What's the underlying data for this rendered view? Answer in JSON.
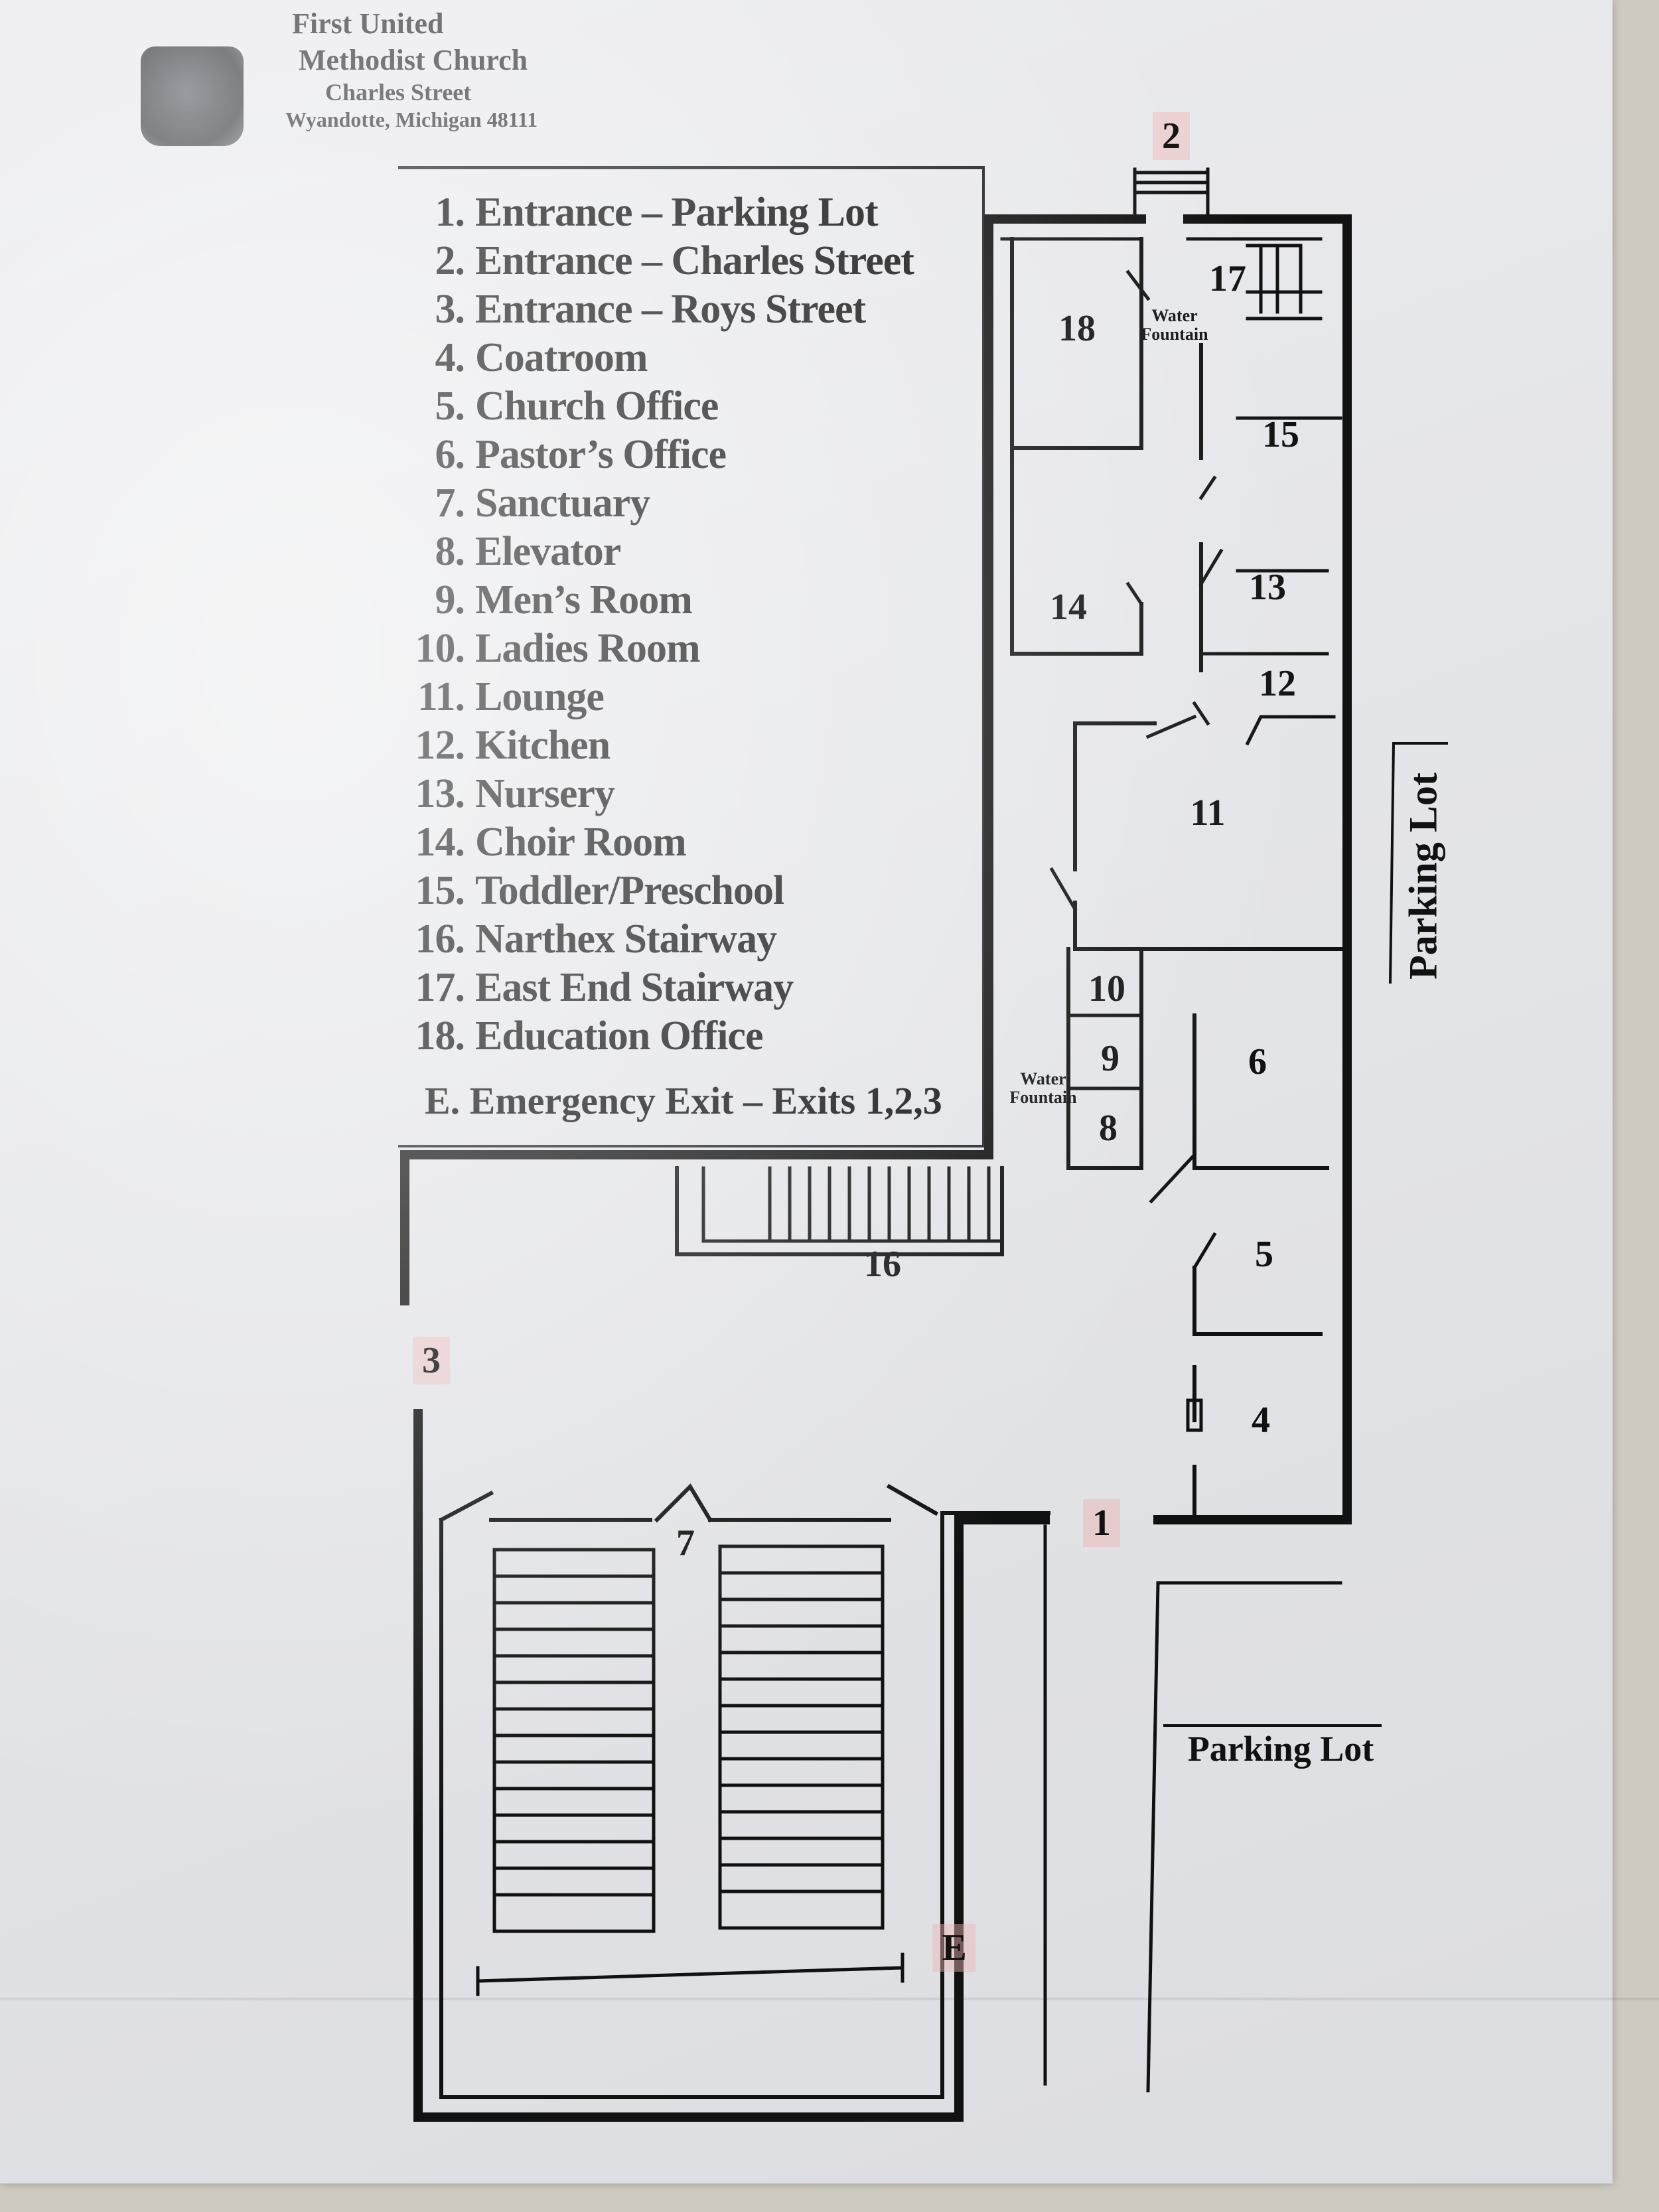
{
  "header": {
    "line1": "First United",
    "line2": "Methodist Church",
    "line3": "Charles Street",
    "line4": "Wyandotte, Michigan 48111"
  },
  "legend": {
    "items": [
      {
        "num": "1.",
        "label": "Entrance – Parking Lot"
      },
      {
        "num": "2.",
        "label": "Entrance – Charles Street"
      },
      {
        "num": "3.",
        "label": "Entrance – Roys Street"
      },
      {
        "num": "4.",
        "label": "Coatroom"
      },
      {
        "num": "5.",
        "label": "Church Office"
      },
      {
        "num": "6.",
        "label": "Pastor’s Office"
      },
      {
        "num": "7.",
        "label": "Sanctuary"
      },
      {
        "num": "8.",
        "label": "Elevator"
      },
      {
        "num": "9.",
        "label": "Men’s Room"
      },
      {
        "num": "10.",
        "label": "Ladies Room"
      },
      {
        "num": "11.",
        "label": "Lounge"
      },
      {
        "num": "12.",
        "label": "Kitchen"
      },
      {
        "num": "13.",
        "label": "Nursery"
      },
      {
        "num": "14.",
        "label": "Choir Room"
      },
      {
        "num": "15.",
        "label": "Toddler/Preschool"
      },
      {
        "num": "16.",
        "label": "Narthex Stairway"
      },
      {
        "num": "17.",
        "label": "East End Stairway"
      },
      {
        "num": "18.",
        "label": "Education Office"
      }
    ],
    "emergency": "E.  Emergency Exit – Exits 1,2,3"
  },
  "map_labels": {
    "r1": "1",
    "r2": "2",
    "r3": "3",
    "r4": "4",
    "r5": "5",
    "r6": "6",
    "r7": "7",
    "r8": "8",
    "r9": "9",
    "r10": "10",
    "r11": "11",
    "r12": "12",
    "r13": "13",
    "r14": "14",
    "r15": "15",
    "r16": "16",
    "r17": "17",
    "r18": "18",
    "exit": "E",
    "water_fountain": "Water Fountain",
    "parking_right": "Parking Lot",
    "parking_bottom": "Parking Lot"
  },
  "colors": {
    "paper": "#e6e7ea",
    "ink": "#111111",
    "entrance_highlight": "#f0b4b4"
  }
}
